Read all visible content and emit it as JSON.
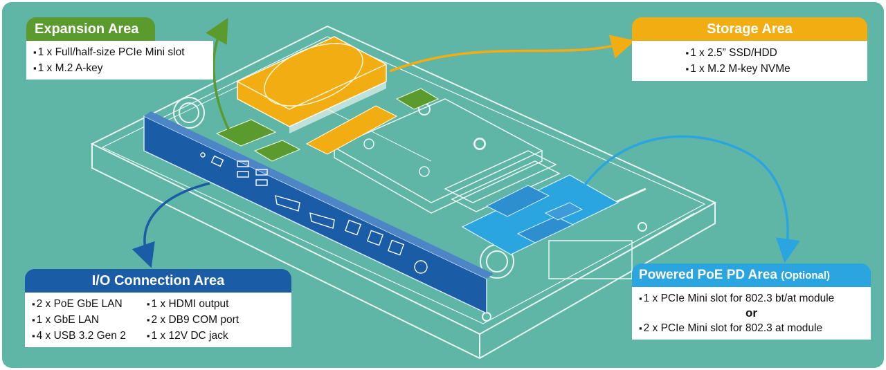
{
  "colors": {
    "background": "#5fb5a6",
    "expansion": "#5b9a2c",
    "storage": "#f2ad12",
    "io": "#1a5ca6",
    "poe": "#2aa5e0"
  },
  "expansion": {
    "title": "Expansion Area",
    "items": [
      "1 x Full/half-size PCIe Mini slot",
      "1 x M.2 A-key"
    ]
  },
  "storage": {
    "title": "Storage Area",
    "items": [
      "1 x 2.5” SSD/HDD",
      "1 x M.2 M-key NVMe"
    ]
  },
  "io": {
    "title": "I/O Connection Area",
    "left_items": [
      "2 x PoE GbE LAN",
      "1 x GbE LAN",
      "4 x USB 3.2 Gen 2"
    ],
    "right_items": [
      "1 x HDMI output",
      "2 x DB9 COM port",
      "1 x 12V DC jack"
    ]
  },
  "poe": {
    "title": "Powered PoE PD Area",
    "title_suffix": "(Optional)",
    "item_1": "1 x PCIe Mini slot for 802.3 bt/at module",
    "or_text": "or",
    "item_2": "2 x PCIe Mini slot for 802.3 at module"
  }
}
